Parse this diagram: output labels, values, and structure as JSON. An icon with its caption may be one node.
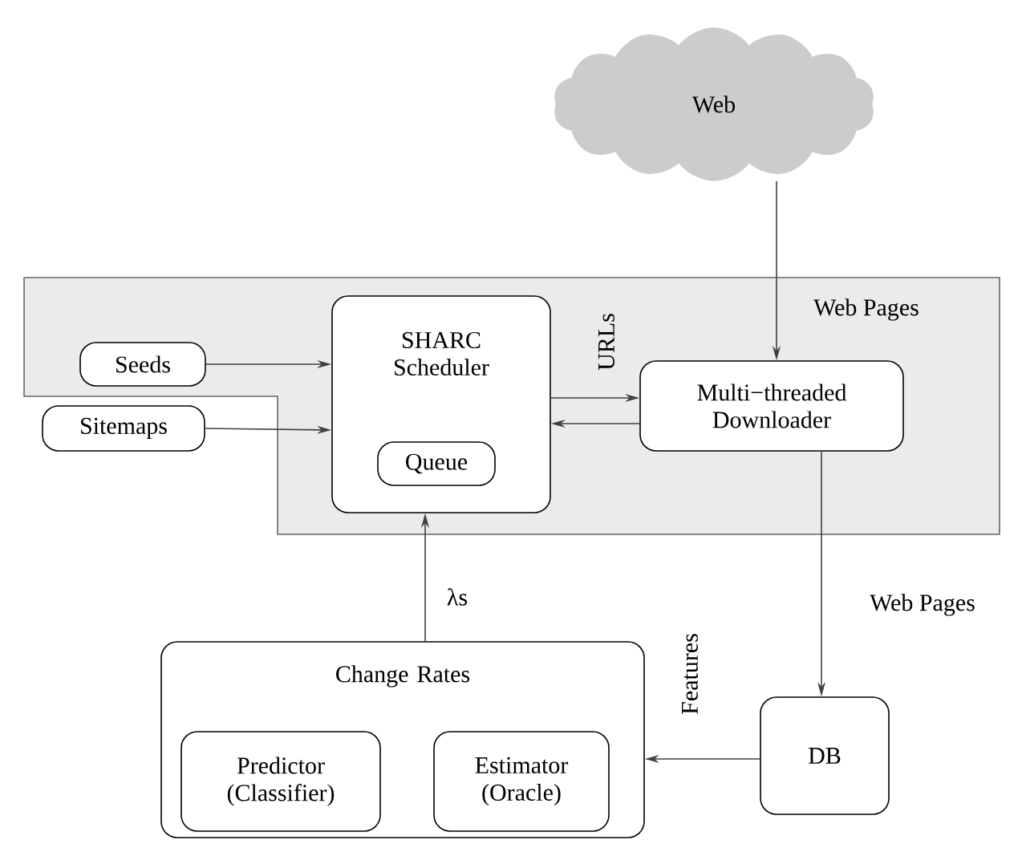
{
  "diagram": {
    "nodes": [
      {
        "text": [
          "Web"
        ]
      },
      {
        "text": [
          "Seeds"
        ]
      },
      {
        "text": [
          "Sitemaps"
        ]
      },
      {
        "text": [
          "SHARC Scheduler"
        ]
      },
      {
        "text": [
          "Queue"
        ],
        "in": 3
      },
      {
        "text": [
          "Multi−threaded Downloader"
        ]
      },
      {
        "text": [
          "DB"
        ]
      },
      {
        "text": [
          "Change Rates"
        ]
      },
      {
        "text": [
          "Predictor (Classifier)"
        ],
        "in": 7
      },
      {
        "text": [
          "Estimator (Oracle)"
        ],
        "in": 7
      }
    ],
    "edges": [
      {
        "from": 0,
        "to": 5,
        "arrow": "to",
        "label": "Web Pages"
      },
      {
        "from": 1,
        "to": 3,
        "arrow": "to"
      },
      {
        "from": 2,
        "to": 3,
        "arrow": "to"
      },
      {
        "from": 3,
        "to": 5,
        "arrow": "to",
        "label": "URLs"
      },
      {
        "from": 5,
        "to": 3,
        "arrow": "to"
      },
      {
        "from": 5,
        "to": 6,
        "arrow": "to",
        "label": "Web Pages"
      },
      {
        "from": 6,
        "to": 7,
        "arrow": "to",
        "label": "Features"
      },
      {
        "from": 7,
        "to": 3,
        "arrow": "to",
        "label": "λs"
      }
    ]
  }
}
